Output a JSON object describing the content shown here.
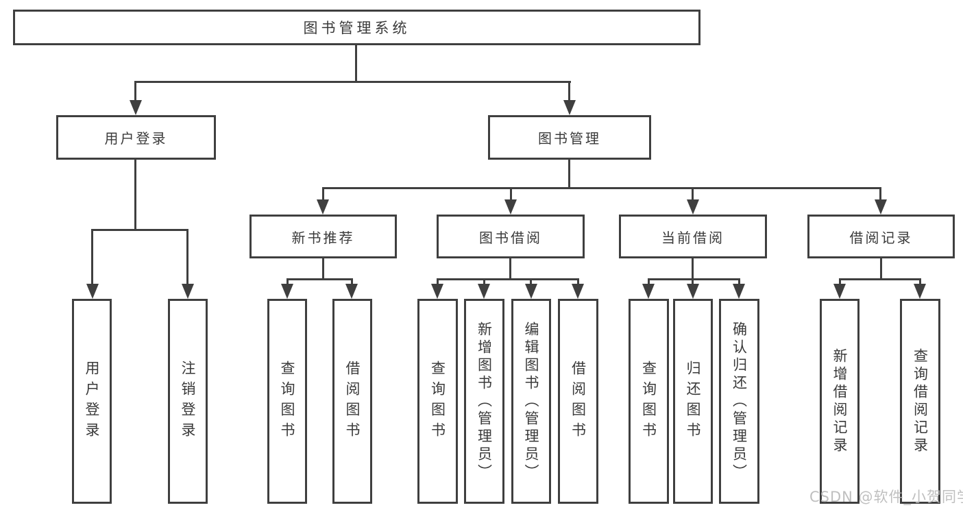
{
  "diagram_title": "图书管理系统",
  "tree": {
    "root": {
      "label": "图书管理系统"
    },
    "children": [
      {
        "label": "用户登录",
        "children": [
          {
            "label": "用户登录"
          },
          {
            "label": "注销登录"
          }
        ]
      },
      {
        "label": "图书管理",
        "children": [
          {
            "label": "新书推荐",
            "children": [
              {
                "label": "查询图书"
              },
              {
                "label": "借阅图书"
              }
            ]
          },
          {
            "label": "图书借阅",
            "children": [
              {
                "label": "查询图书"
              },
              {
                "label": "新增图书（管理员）"
              },
              {
                "label": "编辑图书（管理员）"
              },
              {
                "label": "借阅图书"
              }
            ]
          },
          {
            "label": "当前借阅",
            "children": [
              {
                "label": "查询图书"
              },
              {
                "label": "归还图书"
              },
              {
                "label": "确认归还（管理员）"
              }
            ]
          },
          {
            "label": "借阅记录",
            "children": [
              {
                "label": "新增借阅记录"
              },
              {
                "label": "查询借阅记录"
              }
            ]
          }
        ]
      }
    ]
  },
  "watermark": {
    "text": "CSDN @软件_小贺同学"
  },
  "colors": {
    "line": "#3f3f3f",
    "text": "#3a3a3a",
    "background": "#ffffff",
    "watermark": "#b9b9b9"
  }
}
